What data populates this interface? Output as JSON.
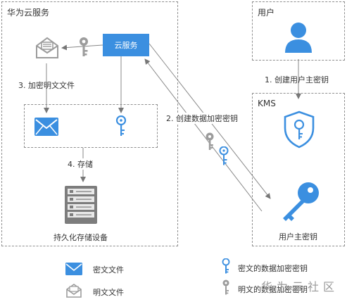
{
  "huawei_cloud": {
    "title": "华为云服务",
    "cloud_service_label": "云服务",
    "step3_label": "3. 加密明文文件",
    "step4_label": "4. 存储",
    "storage_label": "持久化存储设备"
  },
  "user_box": {
    "title": "用户"
  },
  "kms_box": {
    "title": "KMS",
    "user_master_key_label": "用户主密钥"
  },
  "flow": {
    "step1_label": "1. 创建用户主密钥",
    "step2_label": "2. 创建数据加密密钥"
  },
  "legend": {
    "ciphertext_file": "密文文件",
    "plaintext_file": "明文文件",
    "ciphertext_dek": "密文的数据加密密钥",
    "plaintext_dek": "明文的数据加密密钥"
  },
  "watermark": "华为云社区",
  "colors": {
    "accent_blue": "#3b8fe0",
    "gray_icon": "#9c9c9c",
    "border": "#8f8f8f"
  },
  "icons": {
    "user": "user-icon",
    "shield_key": "shield-key-icon",
    "master_key": "key-icon",
    "ciphertext_file": "envelope-icon",
    "plaintext_file": "open-envelope-icon",
    "blue_key": "key-icon",
    "gray_key": "key-icon",
    "server": "server-icon"
  }
}
